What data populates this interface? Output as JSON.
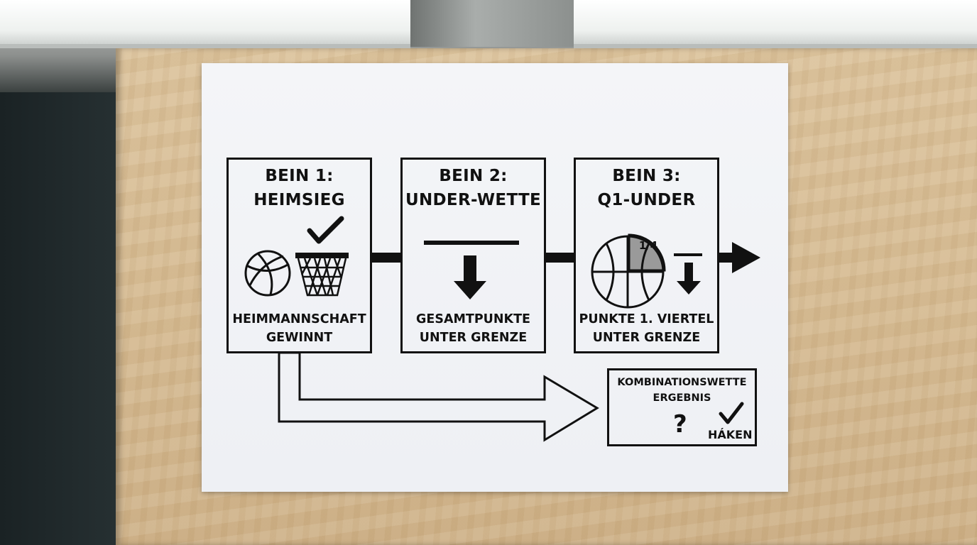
{
  "diagram": {
    "legs": [
      {
        "title_line1": "BEIN 1:",
        "title_line2": "HEIMSIEG",
        "caption_line1": "HEIMMANNSCHAFT",
        "caption_line2": "GEWINNT"
      },
      {
        "title_line1": "BEIN 2:",
        "title_line2": "UNDER-WETTE",
        "caption_line1": "GESAMTPUNKTE",
        "caption_line2": "UNTER GRENZE"
      },
      {
        "title_line1": "BEIN 3:",
        "title_line2": "Q1-UNDER",
        "caption_line1": "PUNKTE 1. VIERTEL",
        "caption_line2": "UNTER GRENZE"
      }
    ],
    "quarter_label": "1/4",
    "result": {
      "title_line1": "KOMBINATIONSWETTE",
      "title_line2": "ERGEBNIS",
      "question_mark": "?",
      "check_label": "HÁKEN"
    }
  }
}
